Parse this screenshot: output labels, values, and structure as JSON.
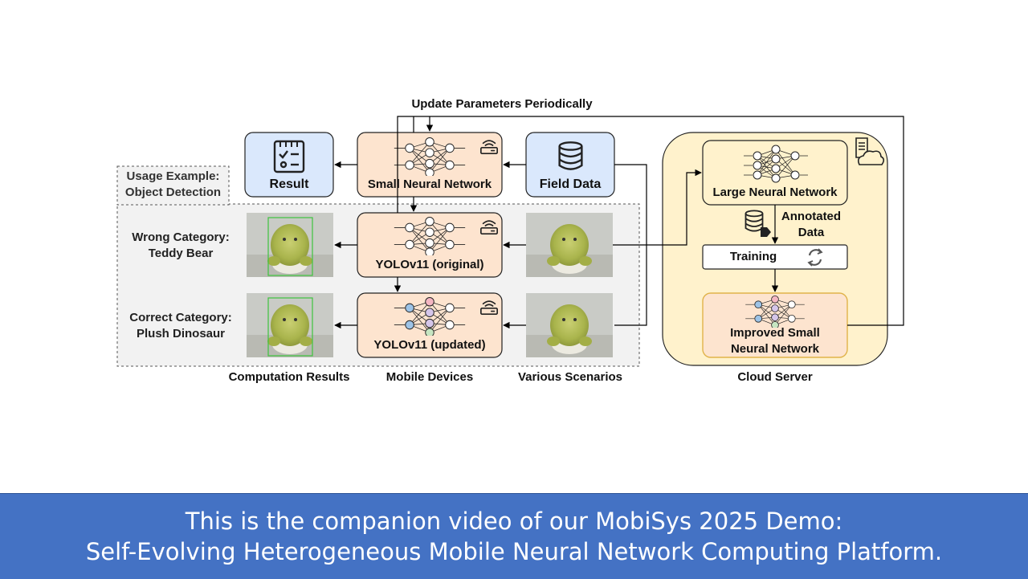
{
  "diagram": {
    "top_label": "Update Parameters Periodically",
    "usage_example": [
      "Usage Example:",
      "Object Detection"
    ],
    "nodes": {
      "result": "Result",
      "small_nn": "Small Neural Network",
      "field_data": "Field Data",
      "yolo_original": "YOLOv11 (original)",
      "yolo_updated": "YOLOv11 (updated)",
      "large_nn": "Large Neural Network",
      "annotated_data": [
        "Annotated",
        "Data"
      ],
      "training": "Training",
      "improved_nn": [
        "Improved Small",
        "Neural Network"
      ]
    },
    "outcomes": {
      "wrong": [
        "Wrong Category:",
        "Teddy Bear"
      ],
      "correct": [
        "Correct Category:",
        "Plush Dinosaur"
      ]
    },
    "columns": {
      "results": "Computation Results",
      "mobile": "Mobile Devices",
      "scenarios": "Various Scenarios",
      "cloud": "Cloud Server"
    }
  },
  "banner": {
    "line1": "This is the companion video of our MobiSys 2025 Demo:",
    "line2": "Self-Evolving Heterogeneous Mobile Neural Network Computing Platform."
  },
  "colors": {
    "blue_fill": "#dae8fc",
    "orange_fill": "#fde4cf",
    "cloud_fill": "#fff2cc",
    "banner": "#4472c4"
  }
}
